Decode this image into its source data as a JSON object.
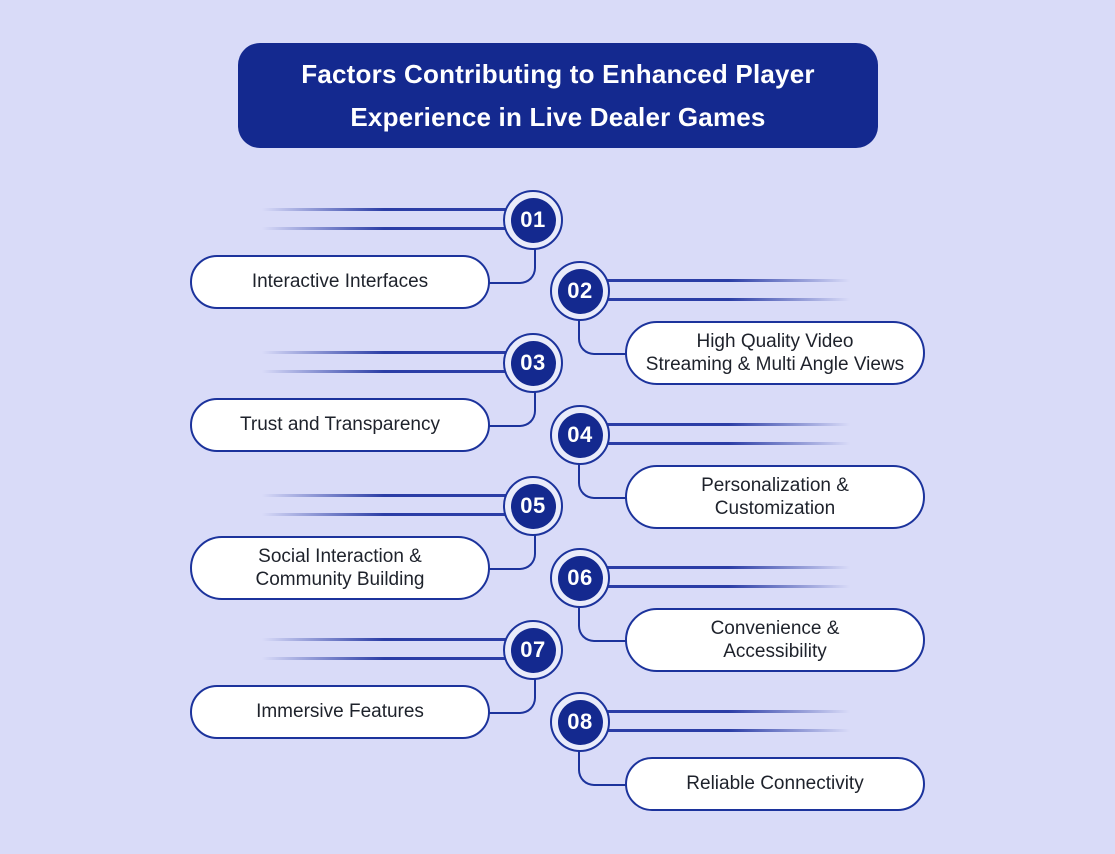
{
  "colors": {
    "bg": "#d9dbf8",
    "deep_blue": "#14298f",
    "border_blue": "#1c339c",
    "line_blue": "#2b3da6",
    "ring_bg": "#e9ebfa",
    "pill_bg": "#ffffff",
    "pill_text": "#1e222b",
    "title_text": "#ffffff"
  },
  "title": {
    "lines": [
      "Factors Contributing to Enhanced Player",
      "Experience in Live Dealer Games"
    ]
  },
  "items": [
    {
      "number": "01",
      "side": "left",
      "label_lines": [
        "Interactive Interfaces"
      ]
    },
    {
      "number": "02",
      "side": "right",
      "label_lines": [
        "High Quality Video",
        "Streaming & Multi Angle Views"
      ]
    },
    {
      "number": "03",
      "side": "left",
      "label_lines": [
        "Trust and Transparency"
      ]
    },
    {
      "number": "04",
      "side": "right",
      "label_lines": [
        "Personalization &",
        "Customization"
      ]
    },
    {
      "number": "05",
      "side": "left",
      "label_lines": [
        "Social Interaction &",
        "Community Building"
      ]
    },
    {
      "number": "06",
      "side": "right",
      "label_lines": [
        "Convenience &",
        "Accessibility"
      ]
    },
    {
      "number": "07",
      "side": "left",
      "label_lines": [
        "Immersive Features"
      ]
    },
    {
      "number": "08",
      "side": "right",
      "label_lines": [
        "Reliable Connectivity"
      ]
    }
  ]
}
